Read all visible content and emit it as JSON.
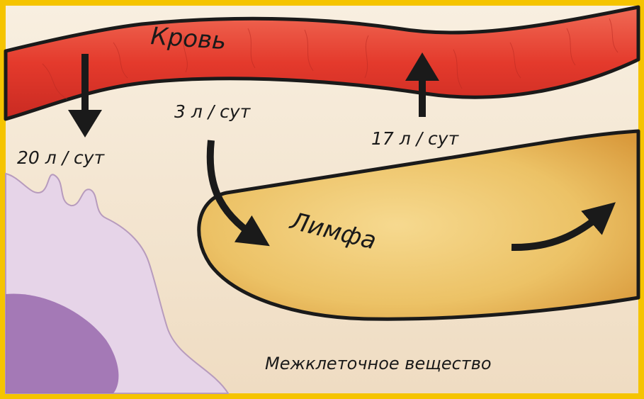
{
  "labels": {
    "blood": "Кровь",
    "lymph": "Лимфа",
    "interstitial": "Межклеточное вещество",
    "filtration": "20 л / сут",
    "reabsorption": "17 л / сут",
    "lymph_flow": "3 л / сут"
  },
  "colors": {
    "frame": "#f5c400",
    "background": "#f3e7d4",
    "blood_vessel": "#e43a2c",
    "lymph_vessel": "#e9bb57",
    "cell": "#e6d4e8",
    "nucleus": "#9c6fb0",
    "arrow": "#1a1a1a"
  },
  "icons": {
    "filtration_arrow": "arrow-down-icon",
    "reabsorption_arrow": "arrow-up-icon",
    "lymph_entry_arrow": "curved-arrow-icon",
    "lymph_flow_arrow": "curved-arrow-right-icon"
  }
}
